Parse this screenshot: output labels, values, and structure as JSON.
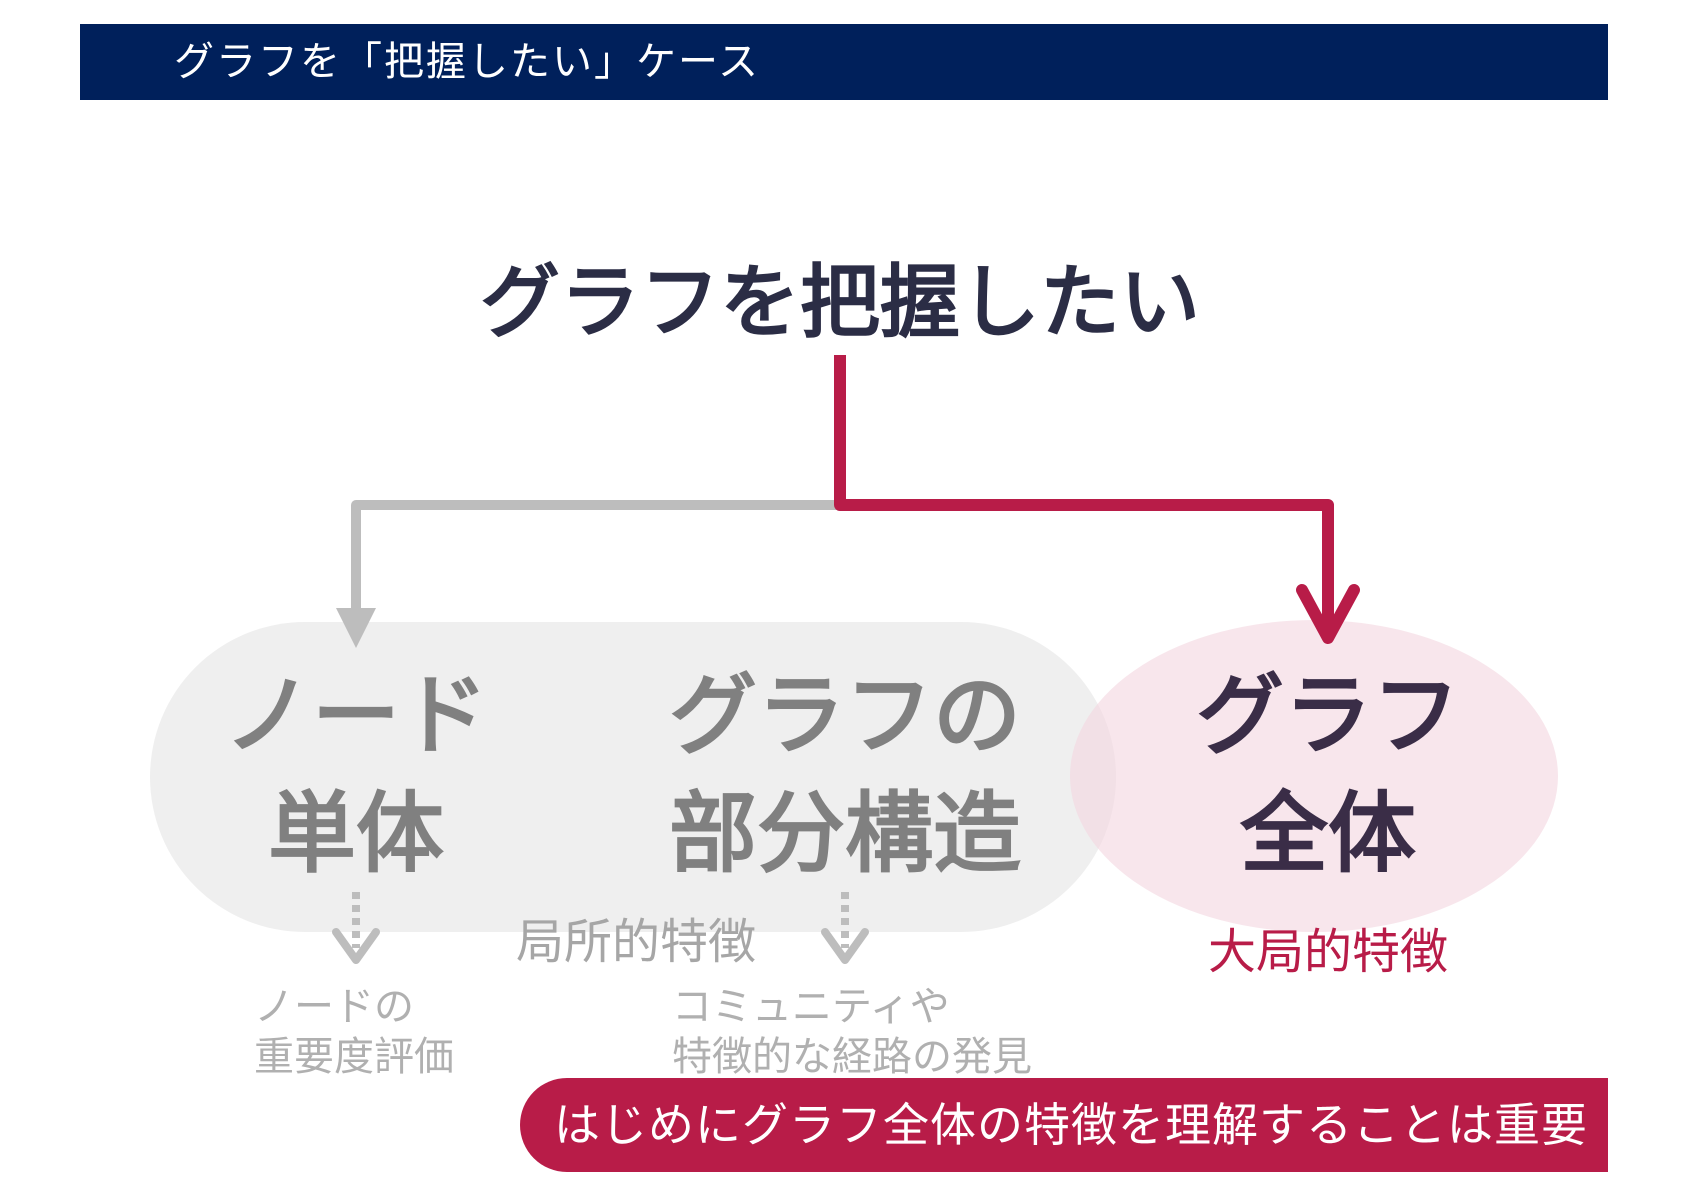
{
  "header": {
    "title": "グラフを「把握したい」ケース"
  },
  "root": {
    "label": "グラフを把握したい"
  },
  "local_group": {
    "label": "局所的特徴",
    "nodes": [
      {
        "title_lines": [
          "ノード",
          "単体"
        ],
        "result_lines": [
          "ノードの",
          "重要度評価"
        ]
      },
      {
        "title_lines": [
          "グラフの",
          "部分構造"
        ],
        "result_lines": [
          "コミュニティや",
          "特徴的な経路の発見"
        ]
      }
    ]
  },
  "global_group": {
    "label": "大局的特徴",
    "title_lines": [
      "グラフ",
      "全体"
    ]
  },
  "banner": {
    "text": "はじめにグラフ全体の特徴を理解することは重要"
  },
  "colors": {
    "header_bg": "#00205b",
    "accent": "#b81c48",
    "root_text": "#2b2d45",
    "gray_text": "#808080",
    "light_gray": "#bdbdbd",
    "local_fill": "#efefef",
    "global_fill": "#f5e1e7"
  }
}
